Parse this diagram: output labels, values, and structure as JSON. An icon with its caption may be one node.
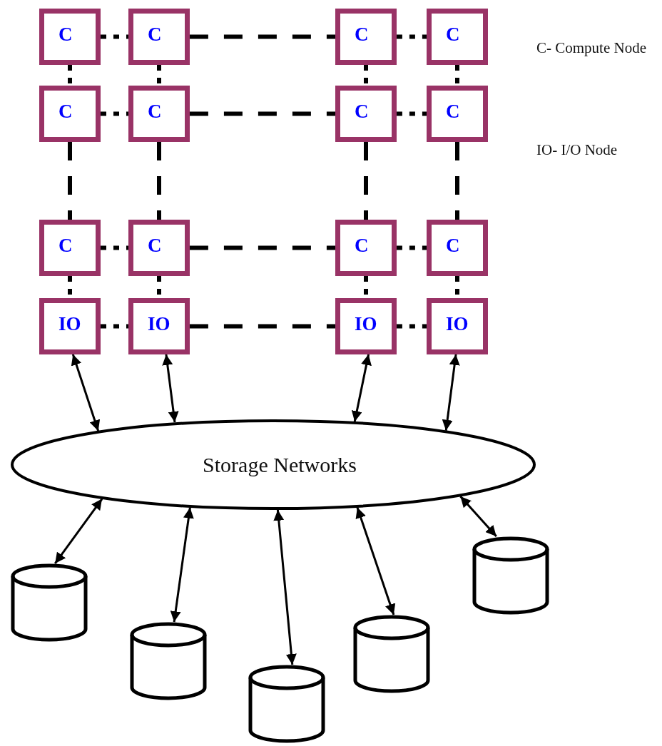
{
  "diagram": {
    "nodes": [
      {
        "text": [
          "C"
        ]
      },
      {
        "text": [
          "C"
        ]
      },
      {
        "text": [
          "C"
        ]
      },
      {
        "text": [
          "C"
        ]
      },
      {
        "text": [
          "C"
        ]
      },
      {
        "text": [
          "C"
        ]
      },
      {
        "text": [
          "C"
        ]
      },
      {
        "text": [
          "C"
        ]
      },
      {
        "text": [
          "C"
        ]
      },
      {
        "text": [
          "C"
        ]
      },
      {
        "text": [
          "C"
        ]
      },
      {
        "text": [
          "C"
        ]
      },
      {
        "text": [
          "IO"
        ]
      },
      {
        "text": [
          "IO"
        ]
      },
      {
        "text": [
          "IO"
        ]
      },
      {
        "text": [
          "IO"
        ]
      },
      {
        "text": [
          "Storage Networks"
        ]
      },
      {
        "text": [],
        "shape": "cylinder"
      },
      {
        "text": [],
        "shape": "cylinder"
      },
      {
        "text": [],
        "shape": "cylinder"
      },
      {
        "text": [],
        "shape": "cylinder"
      },
      {
        "text": [],
        "shape": "cylinder"
      }
    ],
    "edges": [
      {
        "from": 0,
        "to": 1,
        "arrow": "none",
        "style": "dashed"
      },
      {
        "from": 1,
        "to": 2,
        "arrow": "none",
        "style": "dashed"
      },
      {
        "from": 2,
        "to": 3,
        "arrow": "none",
        "style": "dashed"
      },
      {
        "from": 4,
        "to": 5,
        "arrow": "none",
        "style": "dashed"
      },
      {
        "from": 5,
        "to": 6,
        "arrow": "none",
        "style": "dashed"
      },
      {
        "from": 6,
        "to": 7,
        "arrow": "none",
        "style": "dashed"
      },
      {
        "from": 8,
        "to": 9,
        "arrow": "none",
        "style": "dashed"
      },
      {
        "from": 9,
        "to": 10,
        "arrow": "none",
        "style": "dashed"
      },
      {
        "from": 10,
        "to": 11,
        "arrow": "none",
        "style": "dashed"
      },
      {
        "from": 12,
        "to": 13,
        "arrow": "none",
        "style": "dashed"
      },
      {
        "from": 13,
        "to": 14,
        "arrow": "none",
        "style": "dashed"
      },
      {
        "from": 14,
        "to": 15,
        "arrow": "none",
        "style": "dashed"
      },
      {
        "from": 0,
        "to": 4,
        "arrow": "none",
        "style": "dashed"
      },
      {
        "from": 4,
        "to": 8,
        "arrow": "none",
        "style": "dashed"
      },
      {
        "from": 8,
        "to": 12,
        "arrow": "none",
        "style": "dashed"
      },
      {
        "from": 1,
        "to": 5,
        "arrow": "none",
        "style": "dashed"
      },
      {
        "from": 5,
        "to": 9,
        "arrow": "none",
        "style": "dashed"
      },
      {
        "from": 9,
        "to": 13,
        "arrow": "none",
        "style": "dashed"
      },
      {
        "from": 2,
        "to": 6,
        "arrow": "none",
        "style": "dashed"
      },
      {
        "from": 6,
        "to": 10,
        "arrow": "none",
        "style": "dashed"
      },
      {
        "from": 10,
        "to": 14,
        "arrow": "none",
        "style": "dashed"
      },
      {
        "from": 3,
        "to": 7,
        "arrow": "none",
        "style": "dashed"
      },
      {
        "from": 7,
        "to": 11,
        "arrow": "none",
        "style": "dashed"
      },
      {
        "from": 11,
        "to": 15,
        "arrow": "none",
        "style": "dashed"
      },
      {
        "from": 12,
        "to": 16,
        "arrow": "both"
      },
      {
        "from": 13,
        "to": 16,
        "arrow": "both"
      },
      {
        "from": 14,
        "to": 16,
        "arrow": "both"
      },
      {
        "from": 15,
        "to": 16,
        "arrow": "both"
      },
      {
        "from": 16,
        "to": 17,
        "arrow": "both"
      },
      {
        "from": 16,
        "to": 18,
        "arrow": "both"
      },
      {
        "from": 16,
        "to": 19,
        "arrow": "both"
      },
      {
        "from": 16,
        "to": 20,
        "arrow": "both"
      },
      {
        "from": 16,
        "to": 21,
        "arrow": "both"
      }
    ],
    "labels": [
      "C- Compute Node",
      "IO- I/O Node"
    ]
  }
}
